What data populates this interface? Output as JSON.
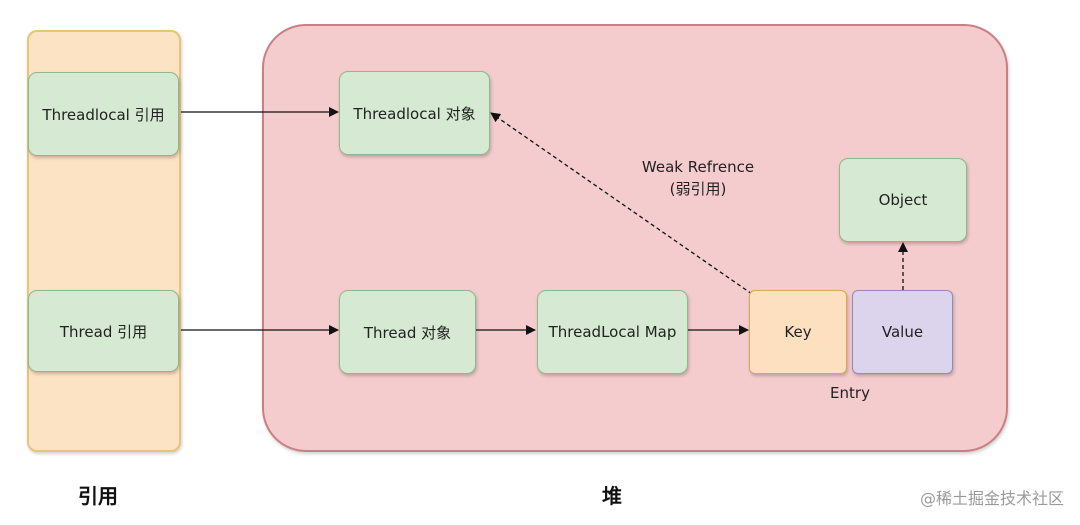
{
  "regions": {
    "reference": {
      "title": "引用"
    },
    "heap": {
      "title": "堆"
    }
  },
  "nodes": {
    "threadlocal_ref": "Threadlocal 引用",
    "thread_ref": "Thread 引用",
    "threadlocal_obj": "Threadlocal 对象",
    "thread_obj": "Thread 对象",
    "threadlocal_map": "ThreadLocal Map",
    "key": "Key",
    "value": "Value",
    "object": "Object"
  },
  "labels": {
    "weak_line1": "Weak Refrence",
    "weak_line2": "(弱引用)",
    "entry": "Entry"
  },
  "watermark": "@稀土掘金技术社区",
  "colors": {
    "reference_fill": "#fbe3c4",
    "heap_fill": "#f4cccd",
    "node_fill": "#d6e9d3",
    "key_fill": "#fde0c0",
    "value_fill": "#dcd3ec"
  }
}
